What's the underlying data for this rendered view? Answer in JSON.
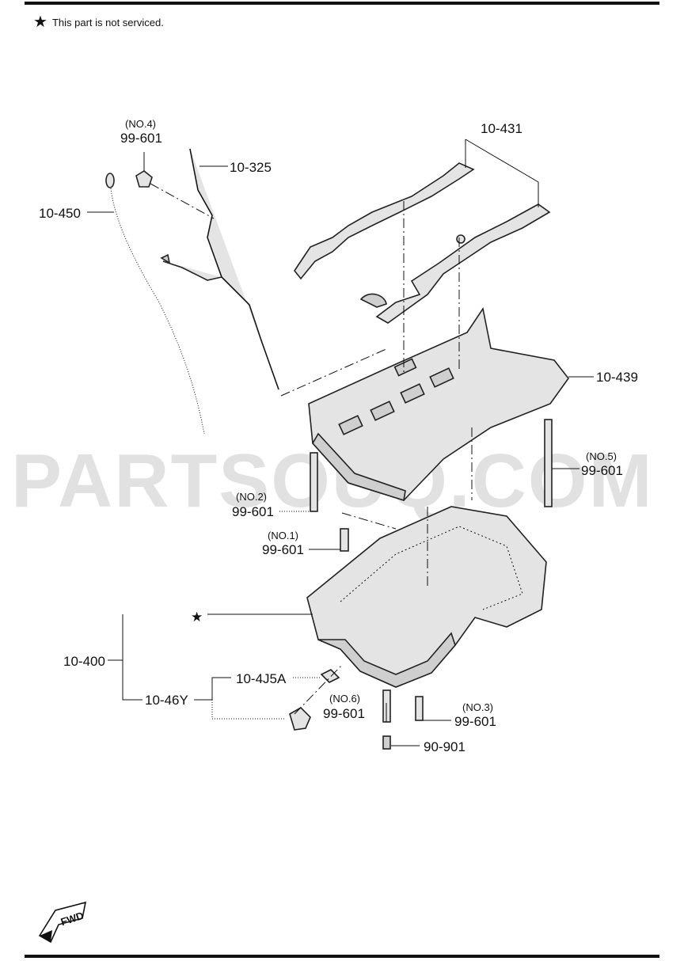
{
  "header_note": {
    "star": "★",
    "text": "This part is not serviced."
  },
  "watermark": "PARTSOUQ.COM",
  "fwd_label": "FWD",
  "labels": {
    "p10431": "10-431",
    "p10325": "10-325",
    "p10450": "10-450",
    "no4": "(NO.4)",
    "b99601_no4": "99-601",
    "p10439": "10-439",
    "no5": "(NO.5)",
    "b99601_no5": "99-601",
    "no2": "(NO.2)",
    "b99601_no2": "99-601",
    "no1": "(NO.1)",
    "b99601_no1": "99-601",
    "star": "★",
    "p10400": "10-400",
    "p104j5a": "10-4J5A",
    "p1046y": "10-46Y",
    "no6": "(NO.6)",
    "b99601_no6": "99-601",
    "no3": "(NO.3)",
    "b99601_no3": "99-601",
    "p90901": "90-901"
  }
}
